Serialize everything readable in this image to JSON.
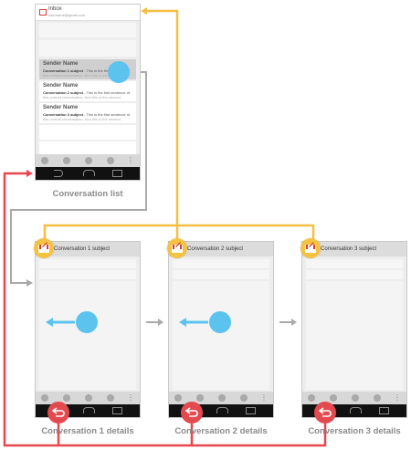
{
  "inbox": {
    "title": "Inbox",
    "account": "username@gmail.com",
    "rows": [
      {
        "sender": "Sender Name",
        "subject": "Conversation 1 subject",
        "preview_a": " - This is the first sentence of",
        "preview_b": "this unread conversation. And this is the second."
      },
      {
        "sender": "Sender Name",
        "subject": "Conversation 2 subject",
        "preview_a": " - This is the first sentence of",
        "preview_b": "this unread conversation. And this is the second."
      },
      {
        "sender": "Sender Name",
        "subject": "Conversation 3 subject",
        "preview_a": " - This is the first sentence of",
        "preview_b": "this unread conversation. And this is the second."
      }
    ]
  },
  "details": [
    {
      "title": "Conversation 1 subject",
      "caption": "Conversation 1 details"
    },
    {
      "title": "Conversation 2 subject",
      "caption": "Conversation 2 details"
    },
    {
      "title": "Conversation 3 subject",
      "caption": "Conversation 3 details"
    }
  ],
  "captions": {
    "list": "Conversation list"
  },
  "icons": {
    "up": "gmail-icon",
    "back": "back-icon",
    "more": "⋮"
  },
  "colors": {
    "up_line": "#f5bf42",
    "back_line": "#e8474d",
    "forward_line": "#a9a9a9",
    "touch": "#5cc3ee"
  }
}
